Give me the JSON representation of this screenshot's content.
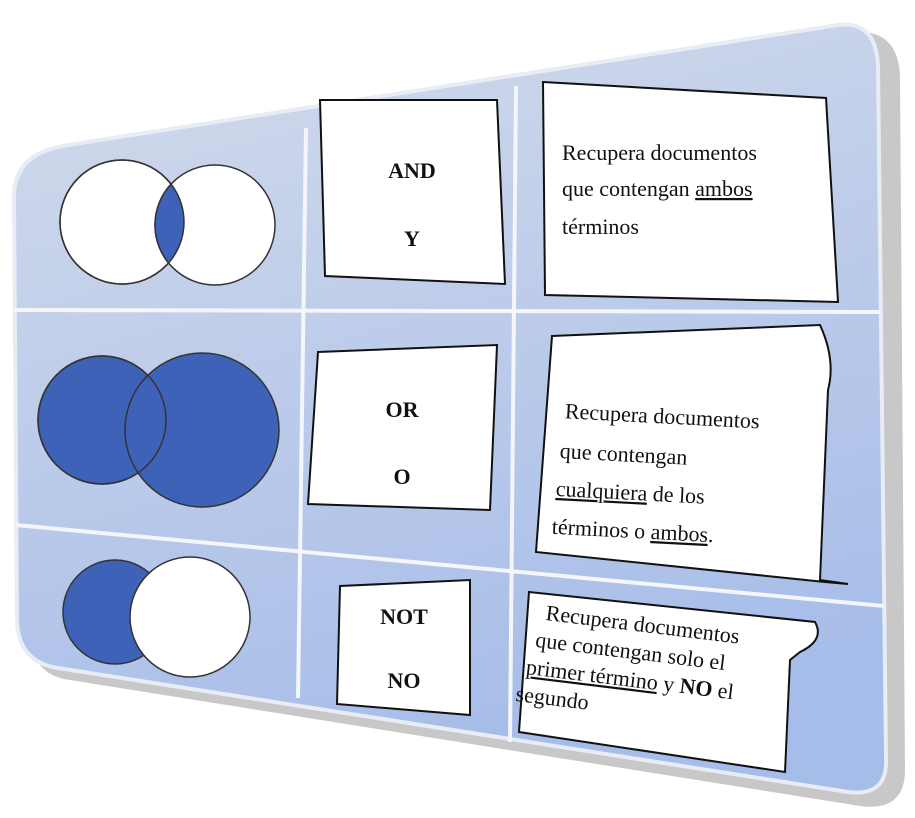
{
  "colors": {
    "venn_fill": "#3f62b9",
    "panel_top": "#c9d3e6",
    "panel_bottom": "#a9bde8"
  },
  "rows": [
    {
      "operator": "AND",
      "operator_es": "Y",
      "description": [
        "Recupera documentos",
        "que contengan ",
        "ambos",
        "términos"
      ],
      "venn": "intersection"
    },
    {
      "operator": "OR",
      "operator_es": "O",
      "description": [
        "Recupera documentos",
        "que contengan",
        "cualquiera",
        " de los",
        "términos o ",
        "ambos",
        "."
      ],
      "venn": "union"
    },
    {
      "operator": "NOT",
      "operator_es": "NO",
      "description": [
        "Recupera documentos",
        "que contengan solo el",
        "primer término",
        " y ",
        "NO",
        " el",
        "segundo"
      ],
      "venn": "difference"
    }
  ]
}
